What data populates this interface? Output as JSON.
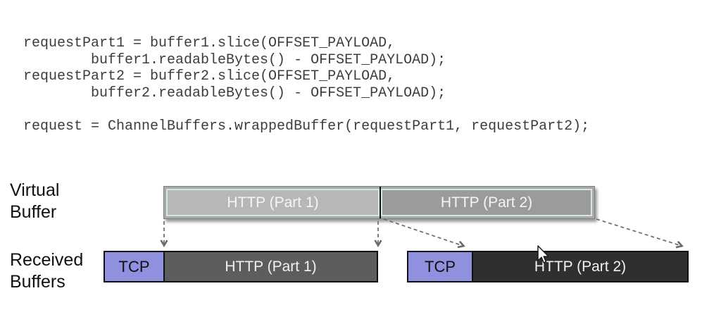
{
  "code": {
    "lines": [
      "requestPart1 = buffer1.slice(OFFSET_PAYLOAD,",
      "        buffer1.readableBytes() - OFFSET_PAYLOAD);",
      "requestPart2 = buffer2.slice(OFFSET_PAYLOAD,",
      "        buffer2.readableBytes() - OFFSET_PAYLOAD);",
      "",
      "request = ChannelBuffers.wrappedBuffer(requestPart1, requestPart2);"
    ]
  },
  "diagram": {
    "virtual_buffer": {
      "label": "Virtual Buffer",
      "segments": [
        {
          "label": "HTTP (Part 1)"
        },
        {
          "label": "HTTP (Part 2)"
        }
      ]
    },
    "received_buffers": {
      "label": "Received Buffers",
      "buffers": [
        {
          "tcp_label": "TCP",
          "payload_label": "HTTP (Part 1)"
        },
        {
          "tcp_label": "TCP",
          "payload_label": "HTTP (Part 2)"
        }
      ]
    },
    "icons": {
      "cursor": "mouse-pointer-icon",
      "arrows": "dashed-connector-arrows"
    },
    "colors": {
      "tcp_fill": "#8F90DE",
      "http_part1_fill": "#5D5D5D",
      "http_part2_fill": "#2F2F2F",
      "virtual_part1_fill": "#B7B7B7",
      "virtual_part2_fill": "#9B9B9B",
      "virtual_frame_fill": "#A9A9A9",
      "virtual_inner_stroke": "#D4E6E6",
      "divider": "#151515",
      "arrow": "#6B6B6B",
      "code_text": "#3D3D3D"
    }
  }
}
